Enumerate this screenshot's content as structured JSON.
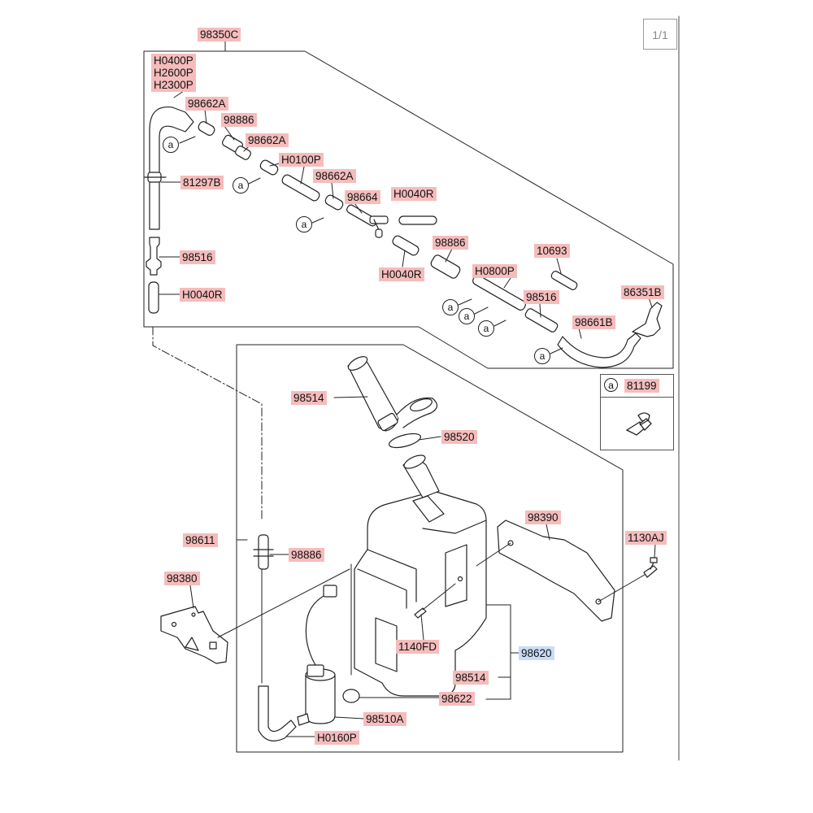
{
  "page": {
    "indicator": "1/1"
  },
  "reference_marker": "a",
  "legend": {
    "marker": "a",
    "code": "81199"
  },
  "labels": {
    "hose_assy": "98350C",
    "hose_top_1": "H0400P",
    "hose_top_2": "H2600P",
    "hose_top_3": "H2300P",
    "cap_1": "98662A",
    "connector_1": "98886",
    "cap_2": "98662A",
    "hose_h0100p": "H0100P",
    "clip_81297b": "81297B",
    "cap_3": "98662A",
    "tee_98664": "98664",
    "hose_h0040r_1": "H0040R",
    "nozzle_left": "98516",
    "hose_h0040r_2": "H0040R",
    "hose_h0040r_3": "H0040R",
    "connector_2": "98886",
    "hose_10693": "10693",
    "hose_h0800p": "H0800P",
    "nozzle_right": "98516",
    "elbow_86351b": "86351B",
    "hose_98661b": "98661B",
    "filler_pipe": "98514",
    "filler_seal": "98520",
    "bracket_98390": "98390",
    "bolt_1130aj": "1130AJ",
    "hose_98611": "98611",
    "connector_3": "98886",
    "bracket_98380": "98380",
    "bolt_1140fd": "1140FD",
    "reservoir_assy": "98620",
    "filler_98514b": "98514",
    "grommet_98622": "98622",
    "pump_98510a": "98510A",
    "hose_h0160p": "H0160P"
  }
}
